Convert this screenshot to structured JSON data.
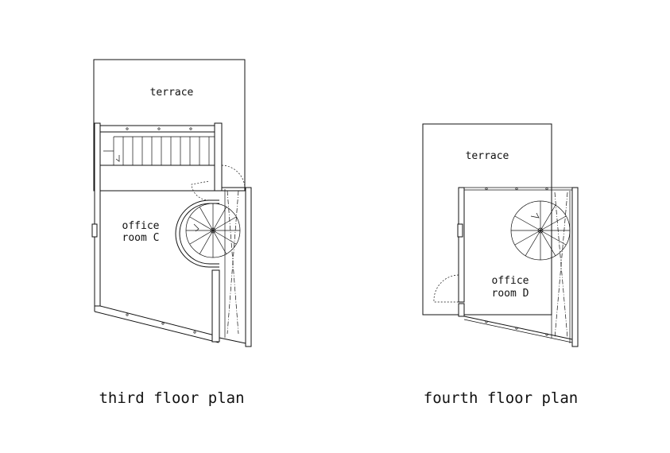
{
  "third_floor": {
    "caption": "third floor plan",
    "terrace_label": "terrace",
    "office_label_line1": "office",
    "office_label_line2": "room C"
  },
  "fourth_floor": {
    "caption": "fourth floor plan",
    "terrace_label": "terrace",
    "office_label_line1": "office",
    "office_label_line2": "room D"
  }
}
